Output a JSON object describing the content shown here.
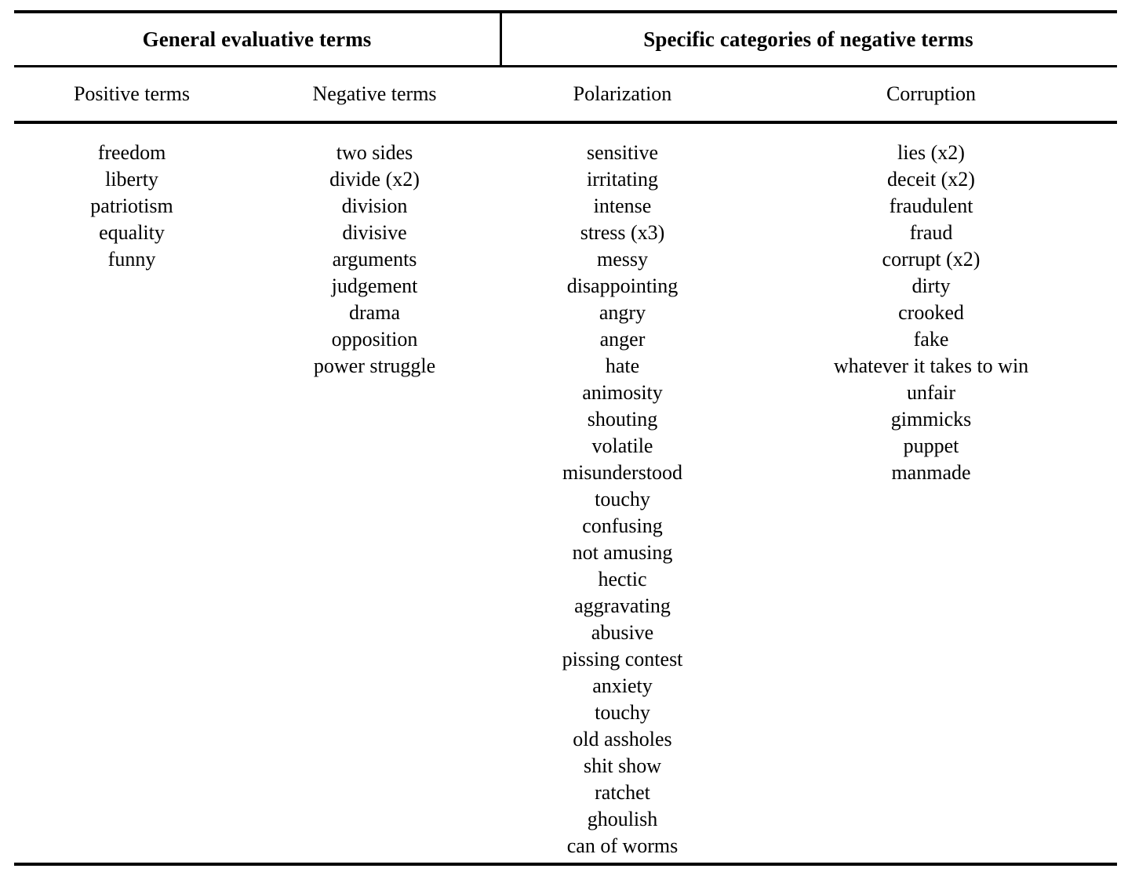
{
  "table": {
    "group_headers": [
      {
        "label": "General evaluative terms",
        "spans": 2
      },
      {
        "label": "Specific categories of negative terms",
        "spans": 2
      }
    ],
    "column_headers": [
      "Positive terms",
      "Negative terms",
      "Polarization",
      "Corruption"
    ],
    "columns": [
      {
        "header": "Positive terms",
        "items": [
          "freedom",
          "liberty",
          "patriotism",
          "equality",
          "funny"
        ]
      },
      {
        "header": "Negative terms",
        "items": [
          "two sides",
          "divide (x2)",
          "division",
          "divisive",
          "arguments",
          "judgement",
          "drama",
          "opposition",
          "power struggle"
        ]
      },
      {
        "header": "Polarization",
        "items": [
          "sensitive",
          "irritating",
          "intense",
          "stress (x3)",
          "messy",
          "disappointing",
          "angry",
          "anger",
          "hate",
          "animosity",
          "shouting",
          "volatile",
          "misunderstood",
          "touchy",
          "confusing",
          "not amusing",
          "hectic",
          "aggravating",
          "abusive",
          "pissing contest",
          "anxiety",
          "touchy",
          "old assholes",
          "shit show",
          "ratchet",
          "ghoulish",
          "can of worms"
        ]
      },
      {
        "header": "Corruption",
        "items": [
          "lies (x2)",
          "deceit (x2)",
          "fraudulent",
          "fraud",
          "corrupt (x2)",
          "dirty",
          "crooked",
          "fake",
          "whatever it takes to win",
          "unfair",
          "gimmicks",
          "puppet",
          "manmade"
        ]
      }
    ]
  },
  "style": {
    "rule_color": "#000000",
    "text_color": "#000000",
    "background": "#ffffff"
  }
}
